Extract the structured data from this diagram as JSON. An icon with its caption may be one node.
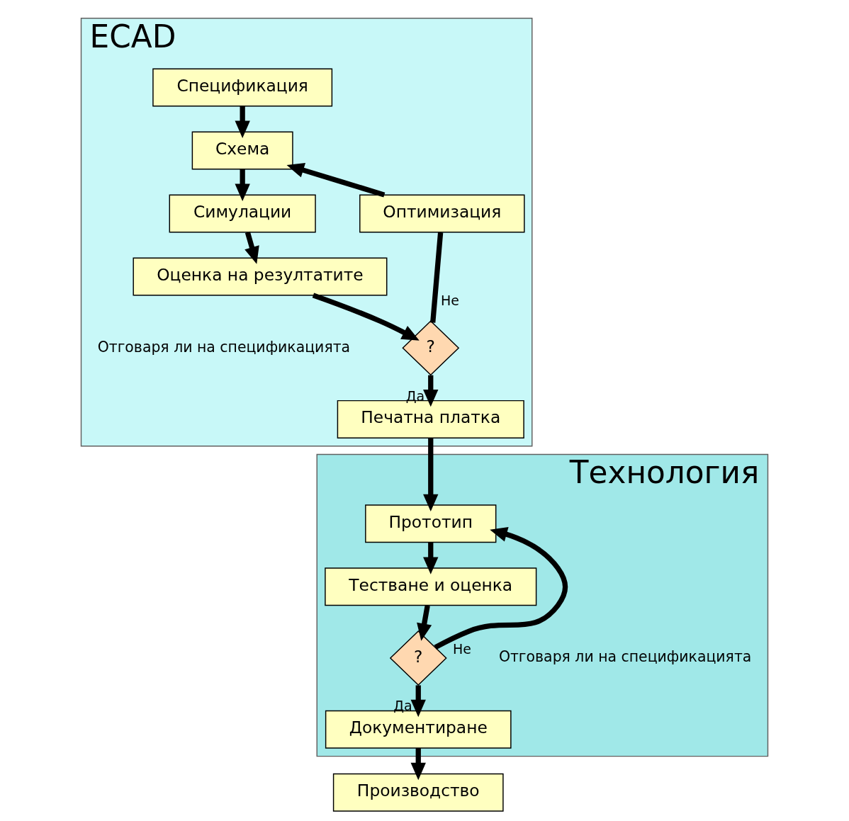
{
  "diagram": {
    "nodes": [
      {
        "text": [
          "ECAD"
        ]
      },
      {
        "text": [
          "Спецификация"
        ],
        "in": 0
      },
      {
        "text": [
          "Схема"
        ],
        "in": 0
      },
      {
        "text": [
          "Симулации"
        ],
        "in": 0
      },
      {
        "text": [
          "Оценка на резултатите"
        ],
        "in": 0
      },
      {
        "text": [
          "?"
        ],
        "in": 0,
        "beside": [
          "Отговаря ли на спецификацията"
        ]
      },
      {
        "text": [
          "Оптимизация"
        ],
        "in": 0
      },
      {
        "text": [
          "Печатна платка"
        ],
        "in": 0
      },
      {
        "text": [
          "Технология"
        ]
      },
      {
        "text": [
          "Прототип"
        ],
        "in": 8
      },
      {
        "text": [
          "Тестване и оценка"
        ],
        "in": 8
      },
      {
        "text": [
          "?"
        ],
        "in": 8,
        "beside": [
          "Отговаря ли на спецификацията"
        ]
      },
      {
        "text": [
          "Документиране"
        ],
        "in": 8
      },
      {
        "text": [
          "Производство"
        ]
      }
    ],
    "edges": [
      {
        "from": 1,
        "to": 2,
        "arrow": "to"
      },
      {
        "from": 2,
        "to": 3,
        "arrow": "to"
      },
      {
        "from": 3,
        "to": 4,
        "arrow": "to"
      },
      {
        "from": 4,
        "to": 5,
        "arrow": "to"
      },
      {
        "from": 5,
        "to": 6,
        "label": "Не",
        "arrow": "none"
      },
      {
        "from": 6,
        "to": 2,
        "arrow": "to"
      },
      {
        "from": 5,
        "to": 7,
        "label": "Да",
        "arrow": "to"
      },
      {
        "from": 7,
        "to": 9,
        "arrow": "to"
      },
      {
        "from": 9,
        "to": 10,
        "arrow": "to"
      },
      {
        "from": 10,
        "to": 11,
        "arrow": "to"
      },
      {
        "from": 11,
        "to": 9,
        "label": "Не",
        "arrow": "to"
      },
      {
        "from": 11,
        "to": 12,
        "label": "Да",
        "arrow": "to"
      },
      {
        "from": 12,
        "to": 13,
        "arrow": "to"
      }
    ]
  }
}
